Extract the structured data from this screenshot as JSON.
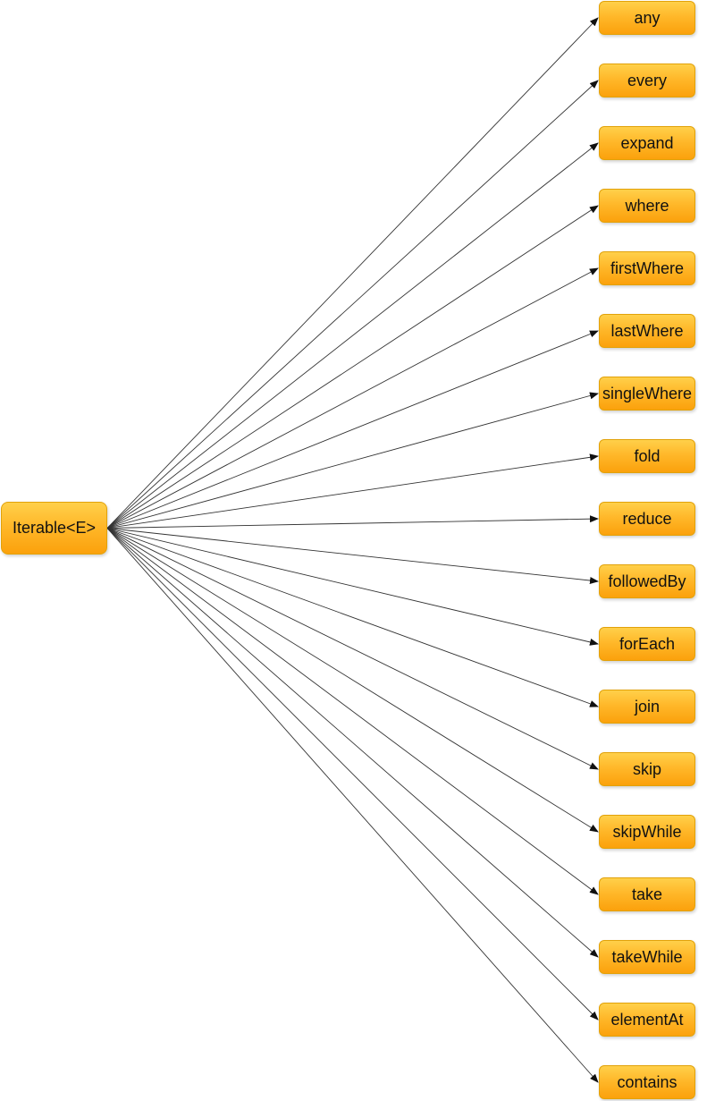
{
  "source": {
    "label": "Iterable<E>"
  },
  "targets": [
    {
      "label": "any"
    },
    {
      "label": "every"
    },
    {
      "label": "expand"
    },
    {
      "label": "where"
    },
    {
      "label": "firstWhere"
    },
    {
      "label": "lastWhere"
    },
    {
      "label": "singleWhere"
    },
    {
      "label": "fold"
    },
    {
      "label": "reduce"
    },
    {
      "label": "followedBy"
    },
    {
      "label": "forEach"
    },
    {
      "label": "join"
    },
    {
      "label": "skip"
    },
    {
      "label": "skipWhile"
    },
    {
      "label": "take"
    },
    {
      "label": "takeWhile"
    },
    {
      "label": "elementAt"
    },
    {
      "label": "contains"
    }
  ],
  "colors": {
    "node_fill_top": "#ffd04a",
    "node_fill_bottom": "#fba10c",
    "node_border": "#e2a20a",
    "edge": "#333333"
  }
}
